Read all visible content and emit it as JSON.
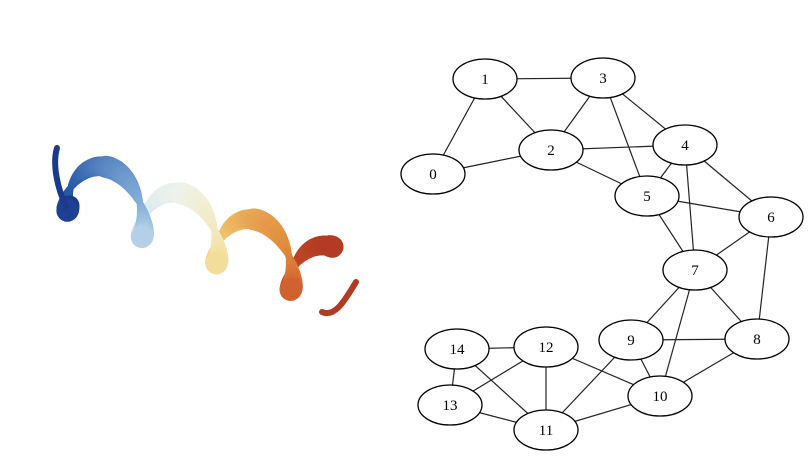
{
  "helix": {
    "name": "protein-helix-ribbon",
    "colors": [
      "#1b3a8c",
      "#2f5fae",
      "#7fa9d6",
      "#cfe3f1",
      "#eef3ea",
      "#f4e2a3",
      "#efc06a",
      "#e08a3c",
      "#c9502a",
      "#b23a22"
    ]
  },
  "graph": {
    "nodes": [
      {
        "id": "0",
        "label": "0"
      },
      {
        "id": "1",
        "label": "1"
      },
      {
        "id": "2",
        "label": "2"
      },
      {
        "id": "3",
        "label": "3"
      },
      {
        "id": "4",
        "label": "4"
      },
      {
        "id": "5",
        "label": "5"
      },
      {
        "id": "6",
        "label": "6"
      },
      {
        "id": "7",
        "label": "7"
      },
      {
        "id": "8",
        "label": "8"
      },
      {
        "id": "9",
        "label": "9"
      },
      {
        "id": "10",
        "label": "10"
      },
      {
        "id": "11",
        "label": "11"
      },
      {
        "id": "12",
        "label": "12"
      },
      {
        "id": "13",
        "label": "13"
      },
      {
        "id": "14",
        "label": "14"
      }
    ],
    "edges": [
      [
        "0",
        "1"
      ],
      [
        "0",
        "2"
      ],
      [
        "1",
        "2"
      ],
      [
        "1",
        "3"
      ],
      [
        "2",
        "3"
      ],
      [
        "2",
        "4"
      ],
      [
        "2",
        "5"
      ],
      [
        "3",
        "4"
      ],
      [
        "3",
        "5"
      ],
      [
        "4",
        "5"
      ],
      [
        "4",
        "6"
      ],
      [
        "4",
        "7"
      ],
      [
        "5",
        "6"
      ],
      [
        "5",
        "7"
      ],
      [
        "6",
        "7"
      ],
      [
        "6",
        "8"
      ],
      [
        "7",
        "8"
      ],
      [
        "7",
        "9"
      ],
      [
        "7",
        "10"
      ],
      [
        "8",
        "9"
      ],
      [
        "8",
        "10"
      ],
      [
        "9",
        "10"
      ],
      [
        "9",
        "11"
      ],
      [
        "10",
        "11"
      ],
      [
        "10",
        "12"
      ],
      [
        "11",
        "12"
      ],
      [
        "11",
        "13"
      ],
      [
        "11",
        "14"
      ],
      [
        "12",
        "13"
      ],
      [
        "12",
        "14"
      ],
      [
        "13",
        "14"
      ]
    ]
  }
}
